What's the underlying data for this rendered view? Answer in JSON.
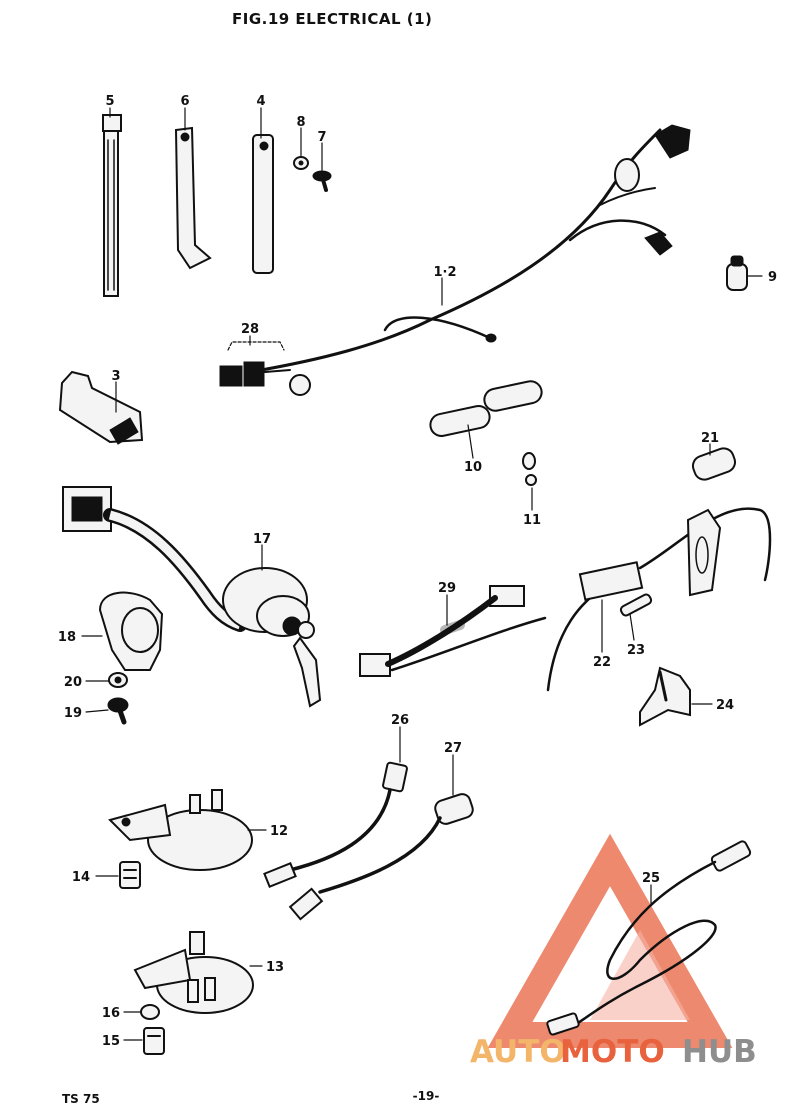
{
  "title": "FIG.19  ELECTRICAL (1)",
  "footer": {
    "model": "TS 75",
    "page": "-19-"
  },
  "watermark": {
    "auto": "AUTO",
    "moto": "MOTO",
    "hub": "HUB"
  },
  "callouts": {
    "p5": "5",
    "p6": "6",
    "p4": "4",
    "p8": "8",
    "p7": "7",
    "p1_2": "1·2",
    "p9": "9",
    "p28": "28",
    "p3": "3",
    "p10": "10",
    "p11": "11",
    "p21": "21",
    "p17": "17",
    "p29": "29",
    "p18": "18",
    "p20": "20",
    "p19": "19",
    "p22": "22",
    "p23": "23",
    "p24": "24",
    "p26": "26",
    "p27": "27",
    "p12": "12",
    "p14": "14",
    "p25": "25",
    "p13": "13",
    "p16": "16",
    "p15": "15"
  },
  "colors": {
    "ink": "#111111",
    "watermark_red": "#e8623e",
    "watermark_orange": "#f3b56a",
    "watermark_grey": "#8e8e8e"
  }
}
